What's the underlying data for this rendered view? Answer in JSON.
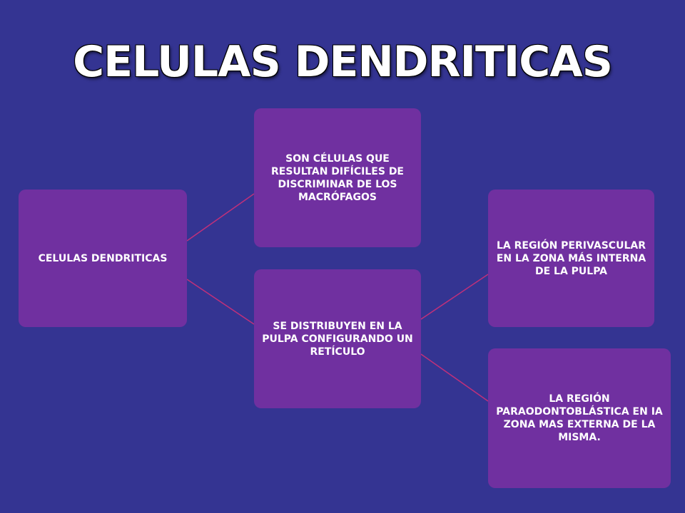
{
  "title": "CELULAS DENDRITICAS",
  "nodes": {
    "root": "CELULAS DENDRITICAS",
    "macrofagos": "SON CÉLULAS QUE RESULTAN DIFÍCILES DE DISCRIMINAR DE LOS MACRÓFAGOS",
    "distribuyen": "SE DISTRIBUYEN EN LA PULPA CONFIGURANDO UN RETÍCULO",
    "perivascular": "LA REGIÓN PERIVASCULAR EN LA ZONA MÁS INTERNA DE LA PULPA",
    "paraodontoblastica": "LA REGIÓN PARAODONTOBLÁSTICA EN IA ZONA MAS EXTERNA DE LA MISMA."
  },
  "colors": {
    "background": "#343492",
    "node_fill": "#7030a0",
    "connector": "#c0307a",
    "text": "#ffffff"
  }
}
